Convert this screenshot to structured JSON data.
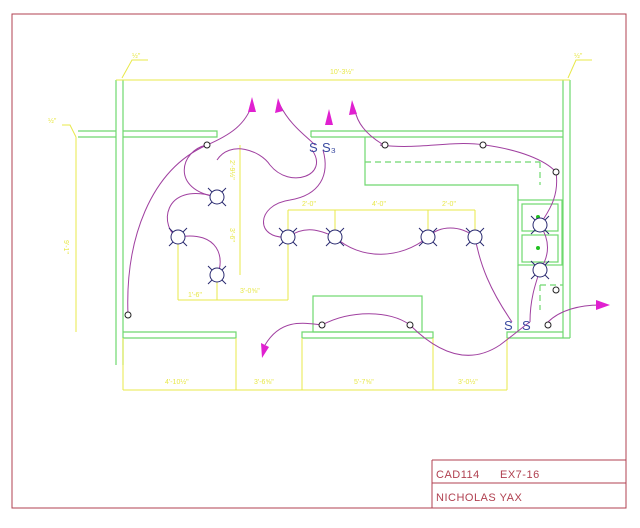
{
  "title_block": {
    "course": "CAD114",
    "exercise": "EX7-16",
    "author": "NICHOLAS YAX"
  },
  "dimensions": {
    "overall_top": "10'-3½\"",
    "wall_left": "½\"",
    "wall_right": "½\"",
    "wall_left_side": "½\"",
    "left_vertical": "9'-1\"",
    "light_a": "2'-9½\"",
    "light_b": "3'-6\"",
    "bottom_a": "1'-6\"",
    "bottom_b": "3'-0⅝\"",
    "row_a": "2'-0\"",
    "row_b": "4'-0\"",
    "row_c": "2'-0\"",
    "base_1": "4'-10½\"",
    "base_2": "3'-6⅝\"",
    "base_3": "5'-7⅝\"",
    "base_4": "3'-0½\""
  },
  "switches": {
    "s1": "S",
    "s3": "S₃",
    "s2a": "S",
    "s2b": "S"
  },
  "colors": {
    "wall": "#6fd86f",
    "dimension": "#e8e84a",
    "wire": "#a040a0",
    "arrow": "#e020d0",
    "fixture": "#2a2a70",
    "frame": "#b04050"
  }
}
